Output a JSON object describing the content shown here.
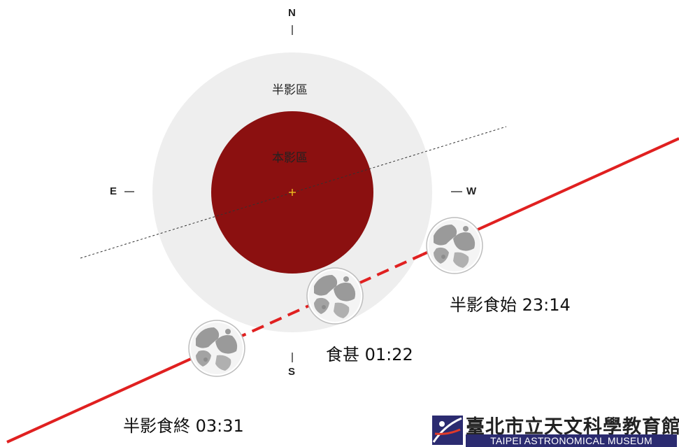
{
  "compass": {
    "north": "N",
    "south": "S",
    "east": "E",
    "west": "W"
  },
  "zones": {
    "penumbra": "半影區",
    "umbra": "本影區"
  },
  "events": [
    {
      "name": "半影食始",
      "time": "23:14",
      "label": "半影食始 23:14"
    },
    {
      "name": "食甚",
      "time": "01:22",
      "label": "食甚 01:22"
    },
    {
      "name": "半影食終",
      "time": "03:31",
      "label": "半影食終 03:31"
    }
  ],
  "logo": {
    "name_zh": "臺北市立天文科學教育館",
    "name_en": "TAIPEI ASTRONOMICAL MUSEUM"
  },
  "colors": {
    "umbra": "#8b1010",
    "penumbra": "#eeeeee",
    "moon_path": "#e02020",
    "center_mark": "#f0c020",
    "logo_band": "#2b2b70"
  }
}
